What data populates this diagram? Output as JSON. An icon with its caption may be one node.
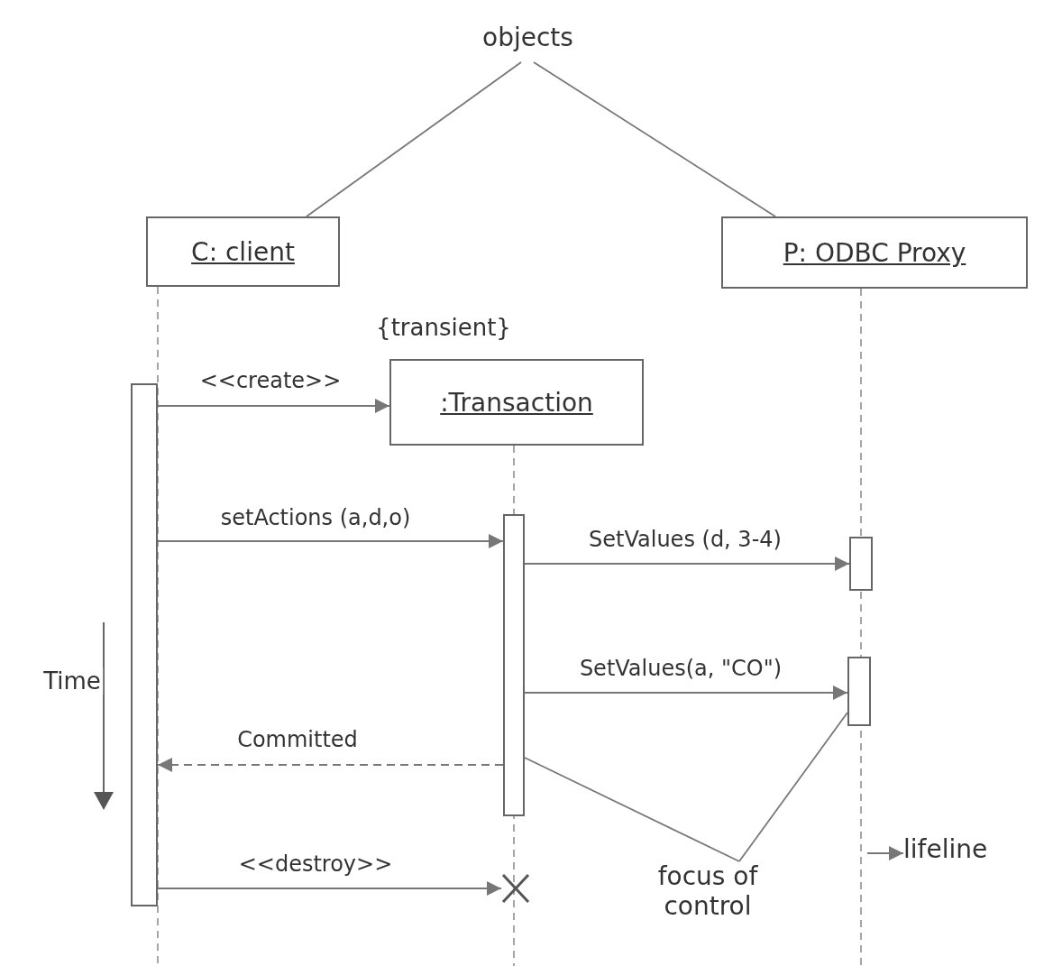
{
  "diagram": {
    "nodes": [
      {
        "text": [
          "objects"
        ]
      },
      {
        "text": [
          "C: client"
        ]
      },
      {
        "text": [
          "P: ODBC Proxy"
        ]
      },
      {
        "text": [
          ":Transaction"
        ],
        "beside": [
          "{transient}"
        ]
      },
      {
        "text": [],
        "shape": "bar"
      },
      {
        "text": [],
        "shape": "bar"
      },
      {
        "text": [],
        "shape": "bar"
      },
      {
        "text": [],
        "shape": "bar"
      },
      {
        "text": [],
        "shape": "cross"
      },
      {
        "text": [
          "lifeline"
        ]
      },
      {
        "text": [
          "focus of control"
        ]
      }
    ],
    "edges": [
      {
        "from": 0,
        "to": 1,
        "arrow": "none"
      },
      {
        "from": 0,
        "to": 2,
        "arrow": "none"
      },
      {
        "from": 4,
        "to": 3,
        "arrow": "to",
        "label": "<<create>>"
      },
      {
        "from": 4,
        "to": 5,
        "arrow": "to",
        "label": "setActions (a,d,o)"
      },
      {
        "from": 5,
        "to": 6,
        "arrow": "to",
        "label": "SetValues (d, 3-4)"
      },
      {
        "from": 5,
        "to": 7,
        "arrow": "to",
        "label": "SetValues(a, \"CO\")"
      },
      {
        "from": 5,
        "to": 4,
        "arrow": "to",
        "label": "Committed",
        "style": "dashed"
      },
      {
        "from": 4,
        "to": 8,
        "arrow": "to",
        "label": "<<destroy>>"
      },
      {
        "from": null,
        "to": 9,
        "arrow": "to"
      },
      {
        "from": 10,
        "to": 5,
        "arrow": "none"
      },
      {
        "from": 10,
        "to": 7,
        "arrow": "none"
      }
    ],
    "labels": [
      "Time"
    ]
  }
}
